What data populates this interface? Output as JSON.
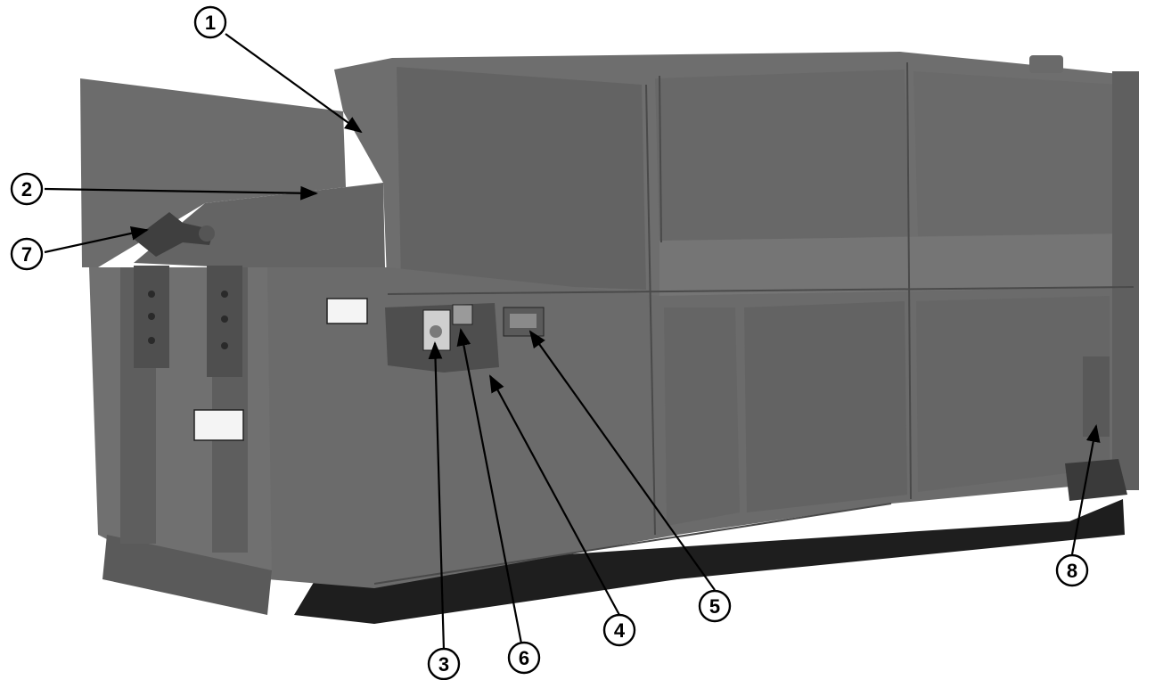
{
  "callouts": [
    {
      "id": "1",
      "label": "1"
    },
    {
      "id": "2",
      "label": "2"
    },
    {
      "id": "3",
      "label": "3"
    },
    {
      "id": "4",
      "label": "4"
    },
    {
      "id": "5",
      "label": "5"
    },
    {
      "id": "6",
      "label": "6"
    },
    {
      "id": "7",
      "label": "7"
    },
    {
      "id": "8",
      "label": "8"
    }
  ],
  "colors": {
    "body": "#6e6e6e",
    "body_dark": "#585858",
    "body_light": "#7f7f7f",
    "shadow": "#1e1e1e",
    "outline": "#000000"
  }
}
